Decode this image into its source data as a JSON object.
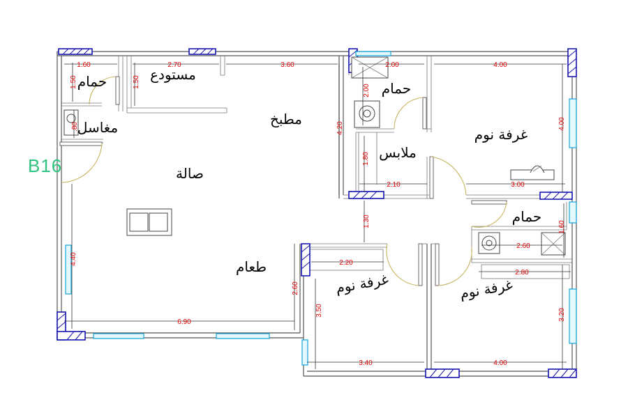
{
  "plan_tag": "B16",
  "rooms": {
    "bath1": "حمام",
    "storage": "مستودع",
    "kitchen": "مطبخ",
    "bath2": "حمام",
    "bedroom1": "غرفة نوم",
    "sinks": "مغاسل",
    "wardrobe": "ملابس",
    "hall": "صالة",
    "bath3": "حمام",
    "dining": "طعام",
    "bedroom2": "غرفة نوم",
    "bedroom3": "غرفة نوم"
  },
  "dimensions": {
    "top_1": "1.60",
    "top_2": "2.70",
    "top_3": "3.60",
    "top_4": "2.00",
    "top_5": "4.00",
    "bath1_v": "1.50",
    "storage_v": "1.50",
    "sinks_v": ".80",
    "bath2_v": "2.00",
    "kitchen_v": "4.20",
    "wardrobe_v": "1.80",
    "wardrobe_h": "2.10",
    "right_v_1": "4.00",
    "right_h_3": "3.00",
    "corridor_v": "1.30",
    "bath3_v": "1.60",
    "bath3_h": "2.60",
    "left_v": "4.40",
    "bed2_top": "2.20",
    "bed3_top": "2.80",
    "dining_v": "2.60",
    "bed2_v": "3.50",
    "right_v_2": "3.20",
    "bottom_left": "6.90",
    "bottom_mid": "3.40",
    "bottom_right": "4.00"
  },
  "colors": {
    "dimension_text": "#e00000",
    "column_outline": "#1515b0",
    "window": "#11a4d9",
    "door_arc": "#c8b560",
    "tag": "#2ec27e"
  }
}
